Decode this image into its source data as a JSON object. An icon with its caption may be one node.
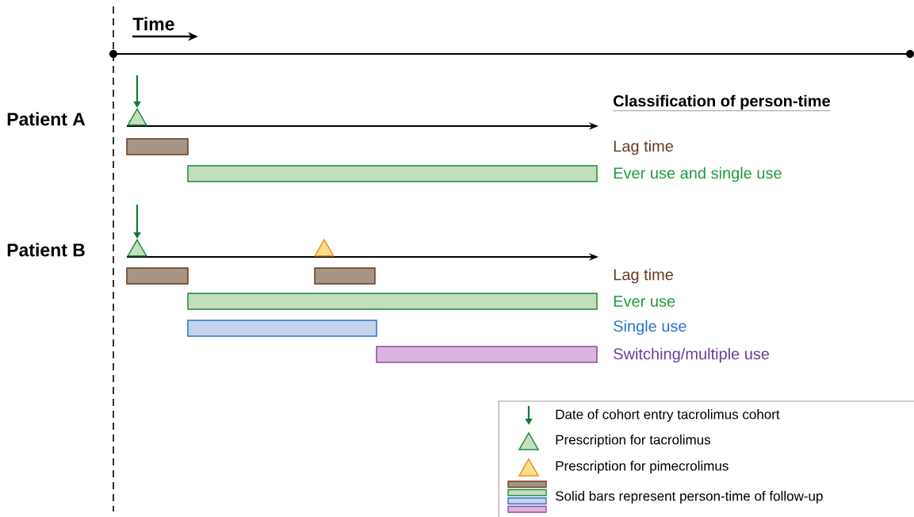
{
  "diagram": {
    "nodes": [
      {
        "text": [],
        "shape": "triangle"
      },
      {
        "text": [],
        "shape": "bar"
      },
      {
        "text": [],
        "shape": "bar"
      },
      {
        "text": [],
        "shape": "triangle"
      },
      {
        "text": [],
        "shape": "triangle"
      },
      {
        "text": [],
        "shape": "bar"
      },
      {
        "text": [],
        "shape": "bar"
      },
      {
        "text": [],
        "shape": "bar"
      },
      {
        "text": [],
        "shape": "bar"
      },
      {
        "text": [],
        "shape": "bar"
      }
    ],
    "edges": [
      {
        "from": null,
        "to": 0,
        "arrow": "to"
      },
      {
        "from": null,
        "to": 3,
        "arrow": "to"
      }
    ],
    "labels": [
      "Time",
      "Patient A",
      "Classification of person-time",
      "Lag time",
      "Ever use and single use",
      "Patient B",
      "Lag time",
      "Ever use",
      "Single use",
      "Switching/multiple use"
    ],
    "legend": [
      {
        "text": "Date of cohort entry tacrolimus cohort"
      },
      {
        "text": "Prescription for tacrolimus"
      },
      {
        "text": "Prescription for pimecrolimus"
      },
      {
        "text": "Solid bars represent person-time of follow-up"
      }
    ]
  }
}
